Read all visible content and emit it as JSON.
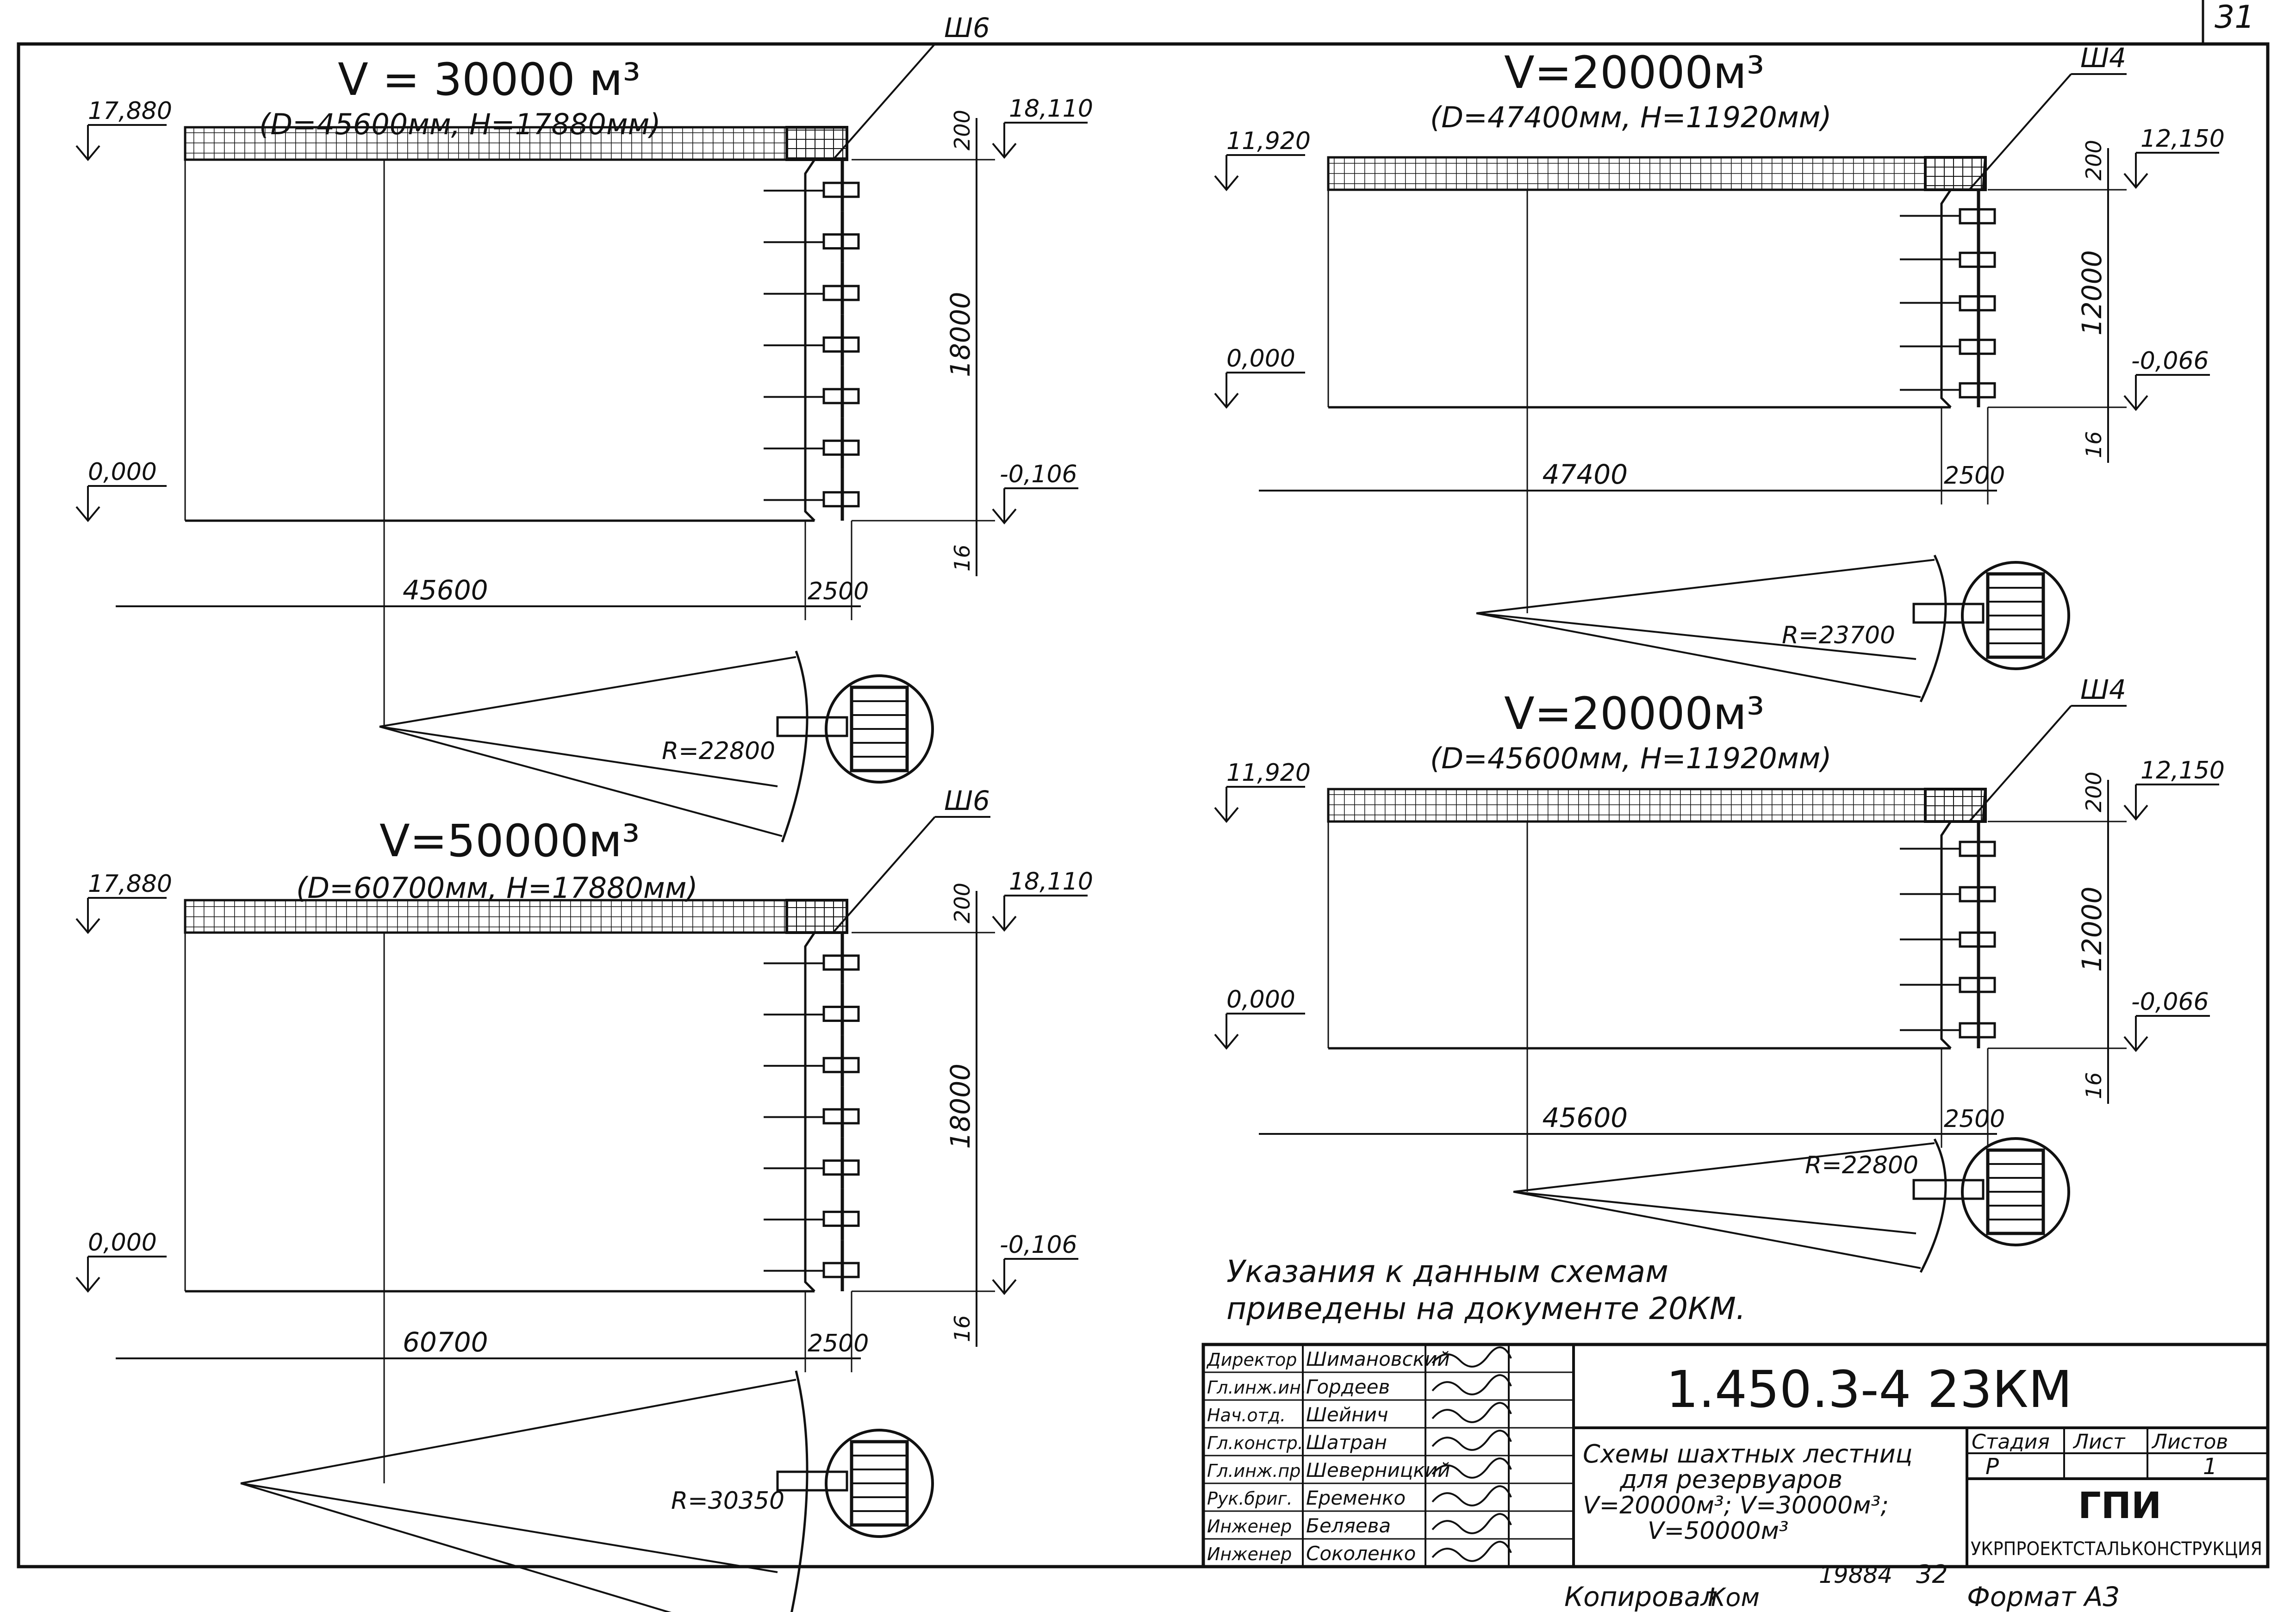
{
  "sheet": {
    "page_number": "31",
    "note_line1": "Указания к данным схемам",
    "note_line2": "приведены на документе 20КМ.",
    "copied_by": "Копировал",
    "copied_sign": "Ком",
    "order_number": "19884",
    "sheet_code": "32",
    "format": "Формат А3"
  },
  "schemes": [
    {
      "id": "v30000",
      "volume": "V = 30000 м³",
      "dims": "(D=45600мм, H=17880мм)",
      "wall_mark": "17,880",
      "base_mark": "0,000",
      "top_mark": "18,110",
      "bottom_mark": "-0,106",
      "ladder_id": "Ш6",
      "dim_top": "200",
      "dim_height": "18000",
      "dim_bottom": "16",
      "dim_diameter": "45600",
      "dim_ladder": "2500",
      "radius": "R=22800"
    },
    {
      "id": "v50000",
      "volume": "V=50000м³",
      "dims": "(D=60700мм, H=17880мм)",
      "wall_mark": "17,880",
      "base_mark": "0,000",
      "top_mark": "18,110",
      "bottom_mark": "-0,106",
      "ladder_id": "Ш6",
      "dim_top": "200",
      "dim_height": "18000",
      "dim_bottom": "16",
      "dim_diameter": "60700",
      "dim_ladder": "2500",
      "radius": "R=30350"
    },
    {
      "id": "v20000a",
      "volume": "V=20000м³",
      "dims": "(D=47400мм, H=11920мм)",
      "wall_mark": "11,920",
      "base_mark": "0,000",
      "top_mark": "12,150",
      "bottom_mark": "-0,066",
      "ladder_id": "Ш4",
      "dim_top": "200",
      "dim_height": "12000",
      "dim_bottom": "16",
      "dim_diameter": "47400",
      "dim_ladder": "2500",
      "radius": "R=23700"
    },
    {
      "id": "v20000b",
      "volume": "V=20000м³",
      "dims": "(D=45600мм, H=11920мм)",
      "wall_mark": "11,920",
      "base_mark": "0,000",
      "top_mark": "12,150",
      "bottom_mark": "-0,066",
      "ladder_id": "Ш4",
      "dim_top": "200",
      "dim_height": "12000",
      "dim_bottom": "16",
      "dim_diameter": "45600",
      "dim_ladder": "2500",
      "radius": "R=22800"
    }
  ],
  "title_block": {
    "signatures": [
      {
        "role": "Директор",
        "name": "Шимановский"
      },
      {
        "role": "Гл.инж.ин.",
        "name": "Гордеев"
      },
      {
        "role": "Нач.отд.",
        "name": "Шейнич"
      },
      {
        "role": "Гл.констр.",
        "name": "Шатран"
      },
      {
        "role": "Гл.инж.пр.",
        "name": "Шеверницкий"
      },
      {
        "role": "Рук.бриг.",
        "name": "Еременко"
      },
      {
        "role": "Инженер",
        "name": "Беляева"
      },
      {
        "role": "Инженер",
        "name": "Соколенко"
      }
    ],
    "doc_code": "1.450.3-4 23КМ",
    "title_lines": [
      "Схемы шахтных лестниц",
      "для резервуаров",
      "V=20000м³; V=30000м³;",
      "V=50000м³"
    ],
    "stage_label": "Стадия",
    "sheet_label": "Лист",
    "sheets_label": "Листов",
    "stage_value": "Р",
    "sheets_value": "1",
    "org_name": "ГПИ",
    "org_full": "УКРПРОЕКТСТАЛЬКОНСТРУКЦИЯ"
  }
}
